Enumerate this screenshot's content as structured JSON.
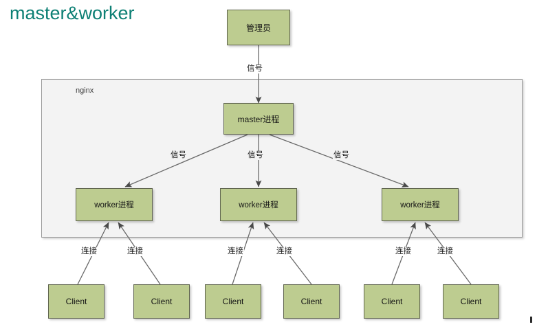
{
  "title": "master&worker",
  "colors": {
    "title": "#0c7f74",
    "node_fill": "#bdcc90",
    "node_border": "#60654f",
    "container_fill": "#f3f3f3",
    "container_border": "#9a9a9a",
    "edge": "#6a6a6a",
    "background": "#ffffff"
  },
  "container": {
    "label": "nginx"
  },
  "nodes": {
    "admin": {
      "label": "管理员"
    },
    "master": {
      "label": "master进程"
    },
    "workers": [
      {
        "label": "worker进程"
      },
      {
        "label": "worker进程"
      },
      {
        "label": "worker进程"
      }
    ],
    "clients": [
      {
        "label": "Client"
      },
      {
        "label": "Client"
      },
      {
        "label": "Client"
      },
      {
        "label": "Client"
      },
      {
        "label": "Client"
      },
      {
        "label": "Client"
      }
    ]
  },
  "edges": {
    "admin_to_master": {
      "label": "信号"
    },
    "master_to_workers": [
      {
        "label": "信号"
      },
      {
        "label": "信号"
      },
      {
        "label": "信号"
      }
    ],
    "clients_to_workers": [
      {
        "label": "连接"
      },
      {
        "label": "连接"
      },
      {
        "label": "连接"
      },
      {
        "label": "连接"
      },
      {
        "label": "连接"
      },
      {
        "label": "连接"
      }
    ]
  }
}
